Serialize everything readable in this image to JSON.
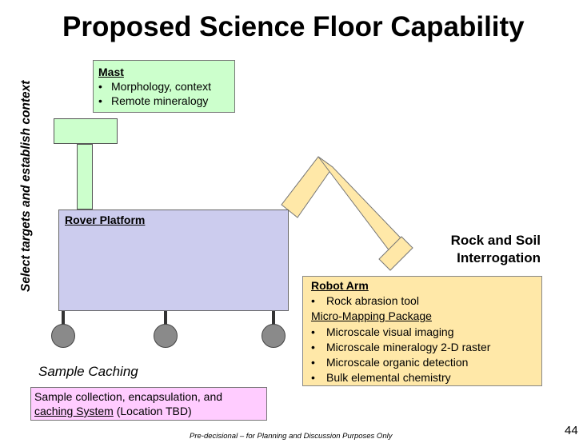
{
  "side_label": "Select targets and establish context",
  "title": "Proposed Science Floor Capability",
  "mast": {
    "header": "Mast",
    "items": [
      "Morphology, context",
      "Remote mineralogy"
    ]
  },
  "rover_platform": {
    "label": "Rover Platform"
  },
  "rock_soil": {
    "line1": "Rock and Soil",
    "line2": "Interrogation"
  },
  "robot_arm": {
    "header": "Robot Arm",
    "item1": "Rock abrasion tool",
    "subheader": "Micro-Mapping Package",
    "items": [
      "Microscale visual imaging",
      "Microscale mineralogy 2-D raster",
      "Microscale organic detection",
      "Bulk elemental chemistry"
    ]
  },
  "sample_caching": {
    "label": "Sample Caching",
    "box_line1": "Sample collection, encapsulation, and",
    "box_line2_underlined": "caching System",
    "box_line2_rest": " (Location TBD)"
  },
  "footer": "Pre-decisional – for Planning and Discussion Purposes Only",
  "page_number": "44",
  "colors": {
    "mast_fill": "#ccffcc",
    "platform_fill": "#ccccee",
    "arm_fill": "#ffe8a8",
    "caching_fill": "#ffccff",
    "wheel_fill": "#8a8a8a"
  }
}
